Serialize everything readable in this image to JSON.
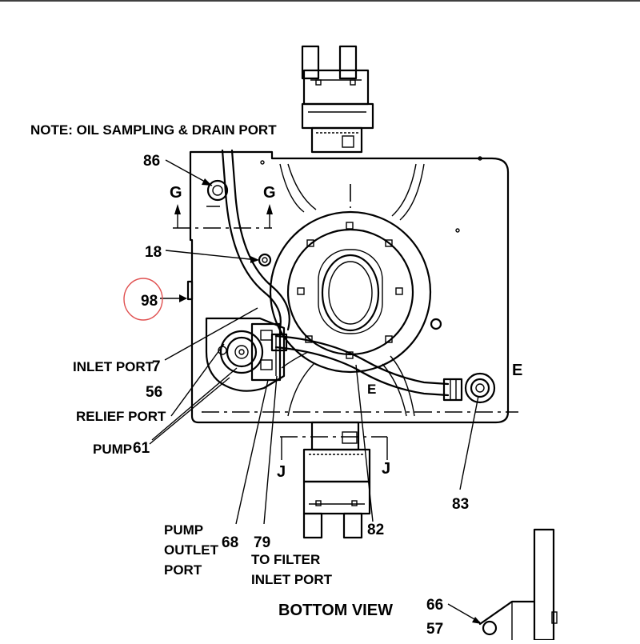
{
  "diagram": {
    "note": "NOTE: OIL SAMPLING & DRAIN PORT",
    "view_title": "BOTTOM VIEW",
    "section_marks": {
      "g_left": "G",
      "g_right": "G",
      "e_right": "E",
      "e_mid": "E",
      "j_left": "J",
      "j_right": "J"
    },
    "callouts": {
      "c86": "86",
      "c18": "18",
      "c98": "98",
      "c7": "7",
      "c56": "56",
      "c61": "61",
      "c68": "68",
      "c79": "79",
      "c82": "82",
      "c83": "83",
      "c66": "66",
      "c57": "57"
    },
    "labels": {
      "inlet_port": "INLET PORT",
      "relief_port": "RELIEF PORT",
      "pump": "PUMP",
      "pump_outlet_1": "PUMP",
      "pump_outlet_2": "OUTLET",
      "pump_outlet_3": "PORT",
      "to_filter_1": "TO FILTER",
      "to_filter_2": "INLET PORT"
    },
    "highlight_color": "#e05050"
  }
}
